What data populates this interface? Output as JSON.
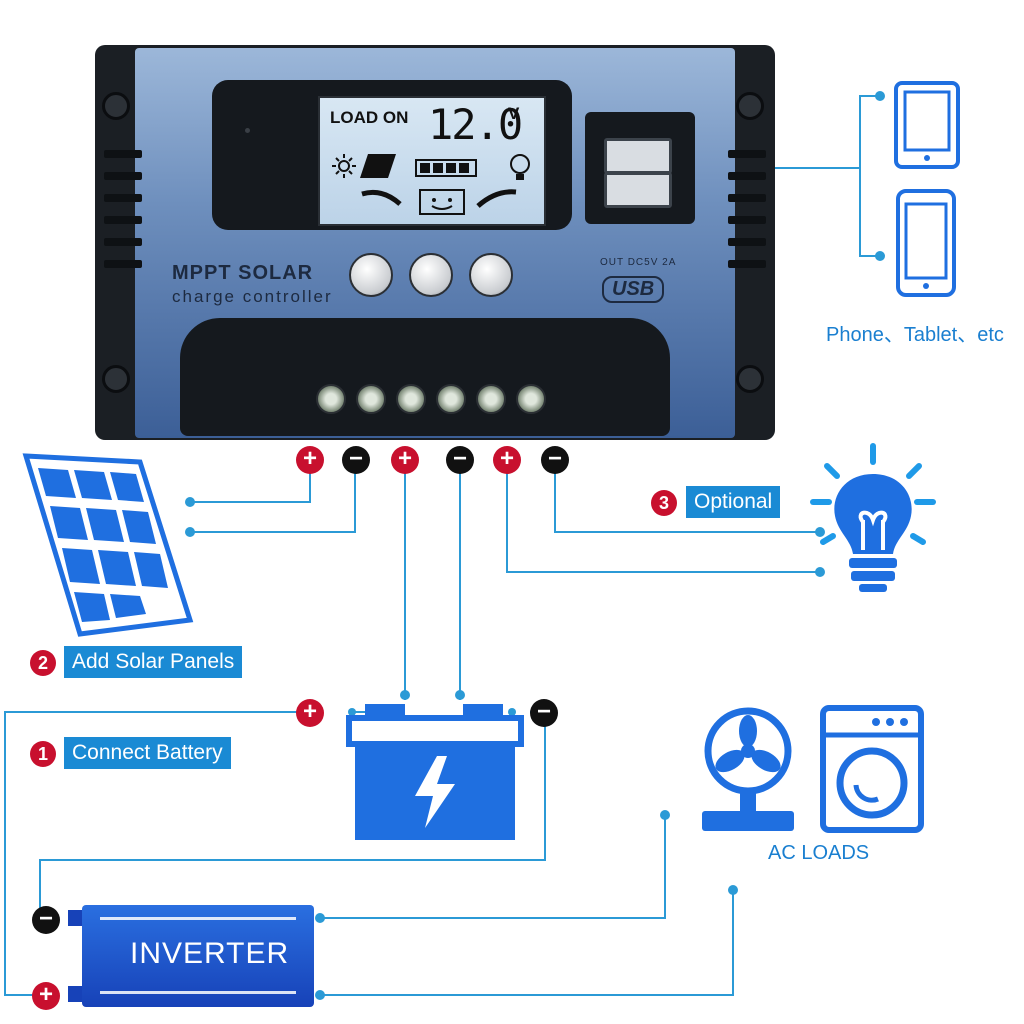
{
  "controller": {
    "lcd_mode": "LOAD ON",
    "lcd_voltage": "12.0",
    "lcd_unit": "V",
    "brand_line1": "MPPT SOLAR",
    "brand_line2": "charge controller",
    "usb_spec": "OUT DC5V 2A",
    "usb_logo": "USB",
    "buttons": [
      "menu-button",
      "up-button",
      "down-button"
    ],
    "terminals": 6
  },
  "devices": {
    "label": "Phone、Tablet、etc"
  },
  "steps": {
    "step1": {
      "num": "1",
      "label": "Connect Battery"
    },
    "step2": {
      "num": "2",
      "label": "Add Solar Panels"
    },
    "step3": {
      "num": "3",
      "label": "Optional"
    }
  },
  "inverter": {
    "label": "INVERTER"
  },
  "ac": {
    "label": "AC LOADS"
  },
  "polarity": {
    "plus": "+",
    "minus": "−"
  },
  "colors": {
    "accent": "#1a8ad4",
    "plus": "#c8102e",
    "minus": "#111111",
    "icon_blue": "#1f6fe0"
  }
}
